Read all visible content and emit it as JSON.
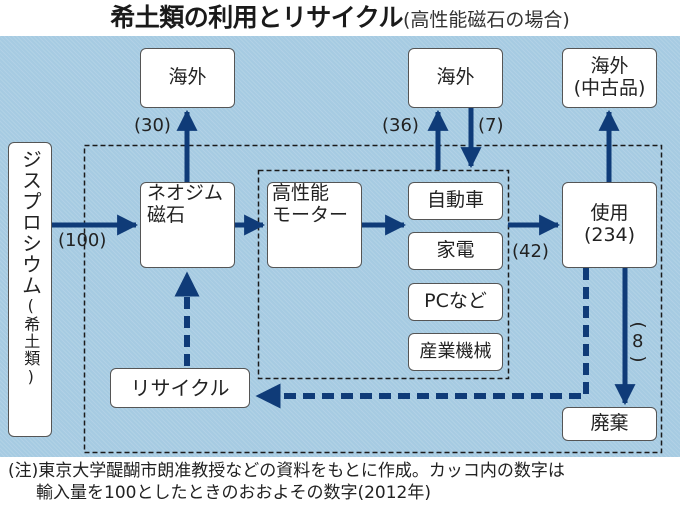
{
  "title": {
    "main": "希土類の利用とリサイクル",
    "sub": "(高性能磁石の場合)"
  },
  "colors": {
    "panel_bg": "#a6cbe2",
    "arrow": "#0f3b78",
    "box_bg": "#ffffff",
    "dashed_border": "#1a1a1a"
  },
  "nodes": {
    "source": {
      "label": "ジスプロシウム",
      "sub": "(希土類)"
    },
    "overseas_1": {
      "label": "海外"
    },
    "overseas_2": {
      "label": "海外"
    },
    "overseas_used": {
      "line1": "海外",
      "line2": "(中古品)"
    },
    "magnet": {
      "line1": "ネオジム",
      "line2": "磁石"
    },
    "motor": {
      "line1": "高性能",
      "line2": "モーター"
    },
    "products": [
      {
        "label": "自動車"
      },
      {
        "label": "家電"
      },
      {
        "label": "PCなど"
      },
      {
        "label": "産業機械"
      }
    ],
    "usage": {
      "line1": "使用",
      "line2": "(234)"
    },
    "recycle": {
      "label": "リサイクル"
    },
    "disposal": {
      "label": "廃棄"
    }
  },
  "flows": [
    {
      "from": "source",
      "to": "magnet",
      "label": "(100)",
      "style": "solid"
    },
    {
      "from": "magnet",
      "to": "overseas_1",
      "label": "(30)",
      "style": "solid"
    },
    {
      "from": "magnet",
      "to": "motor",
      "label": "",
      "style": "solid"
    },
    {
      "from": "motor",
      "to": "products",
      "label": "",
      "style": "solid"
    },
    {
      "from": "products",
      "to": "overseas_2",
      "label": "(36)",
      "style": "solid"
    },
    {
      "from": "overseas_2",
      "to": "products",
      "label": "(7)",
      "style": "solid"
    },
    {
      "from": "products",
      "to": "usage",
      "label": "(42)",
      "style": "solid"
    },
    {
      "from": "usage",
      "to": "overseas_used",
      "label": "",
      "style": "solid"
    },
    {
      "from": "usage",
      "to": "disposal",
      "label": "(8)",
      "style": "solid"
    },
    {
      "from": "usage",
      "to": "recycle",
      "label": "",
      "style": "dashed"
    },
    {
      "from": "recycle",
      "to": "magnet",
      "label": "",
      "style": "dashed"
    }
  ],
  "labels": {
    "import": "(100)",
    "export_magnet": "(30)",
    "export_products": "(36)",
    "import_products": "(7)",
    "to_usage": "(42)",
    "disposal_open": "(",
    "disposal_value": "8",
    "disposal_close": ")"
  },
  "note": {
    "line1": "(注)東京大学醍醐市朗准教授などの資料をもとに作成。カッコ内の数字は",
    "line2": "輸入量を100としたときのおおよその数字(2012年)"
  }
}
